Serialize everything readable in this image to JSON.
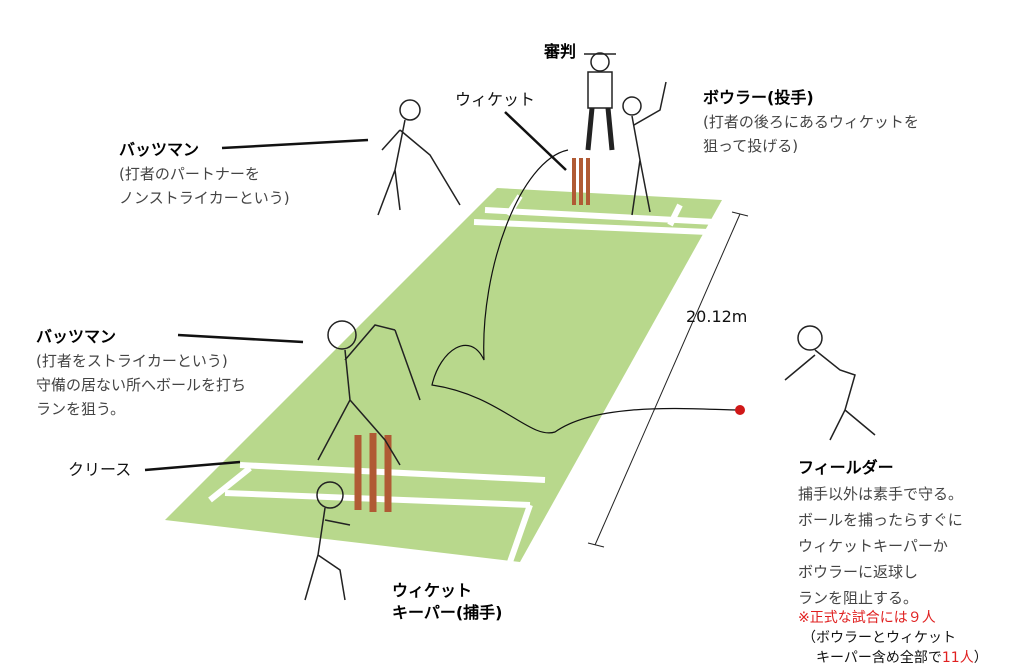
{
  "colors": {
    "field": "#b8d88c",
    "stumps": "#b05a34",
    "ball": "#d01818",
    "note": "#e02020"
  },
  "labels": {
    "umpire": "審判",
    "wicket": "ウィケット",
    "bowler": {
      "title": "ボウラー(投手)",
      "lines": [
        "(打者の後ろにあるウィケットを",
        "狙って投げる)"
      ]
    },
    "non_striker": {
      "title": "バッツマン",
      "lines": [
        "(打者のパートナーを",
        "ノンストライカーという)"
      ]
    },
    "striker": {
      "title": "バッツマン",
      "lines": [
        "(打者をストライカーという)",
        "守備の居ない所へボールを打ち",
        "ランを狙う。"
      ]
    },
    "crease": "クリース",
    "pitch_length": "20.12m",
    "keeper": {
      "lines": [
        "ウィケット",
        "キーパー(捕手)"
      ]
    },
    "fielder": {
      "title": "フィールダー",
      "lines": [
        "捕手以外は素手で守る。",
        "ボールを捕ったらすぐに",
        "ウィケットキーパーか",
        "ボウラーに返球し",
        "ランを阻止する。"
      ]
    },
    "note": {
      "line1": "※正式な試合には９人",
      "line2": "（ボウラーとウィケット",
      "line3_prefix": "キーパー含め全部で",
      "line3_count": "11人",
      "line3_suffix": "）"
    }
  }
}
